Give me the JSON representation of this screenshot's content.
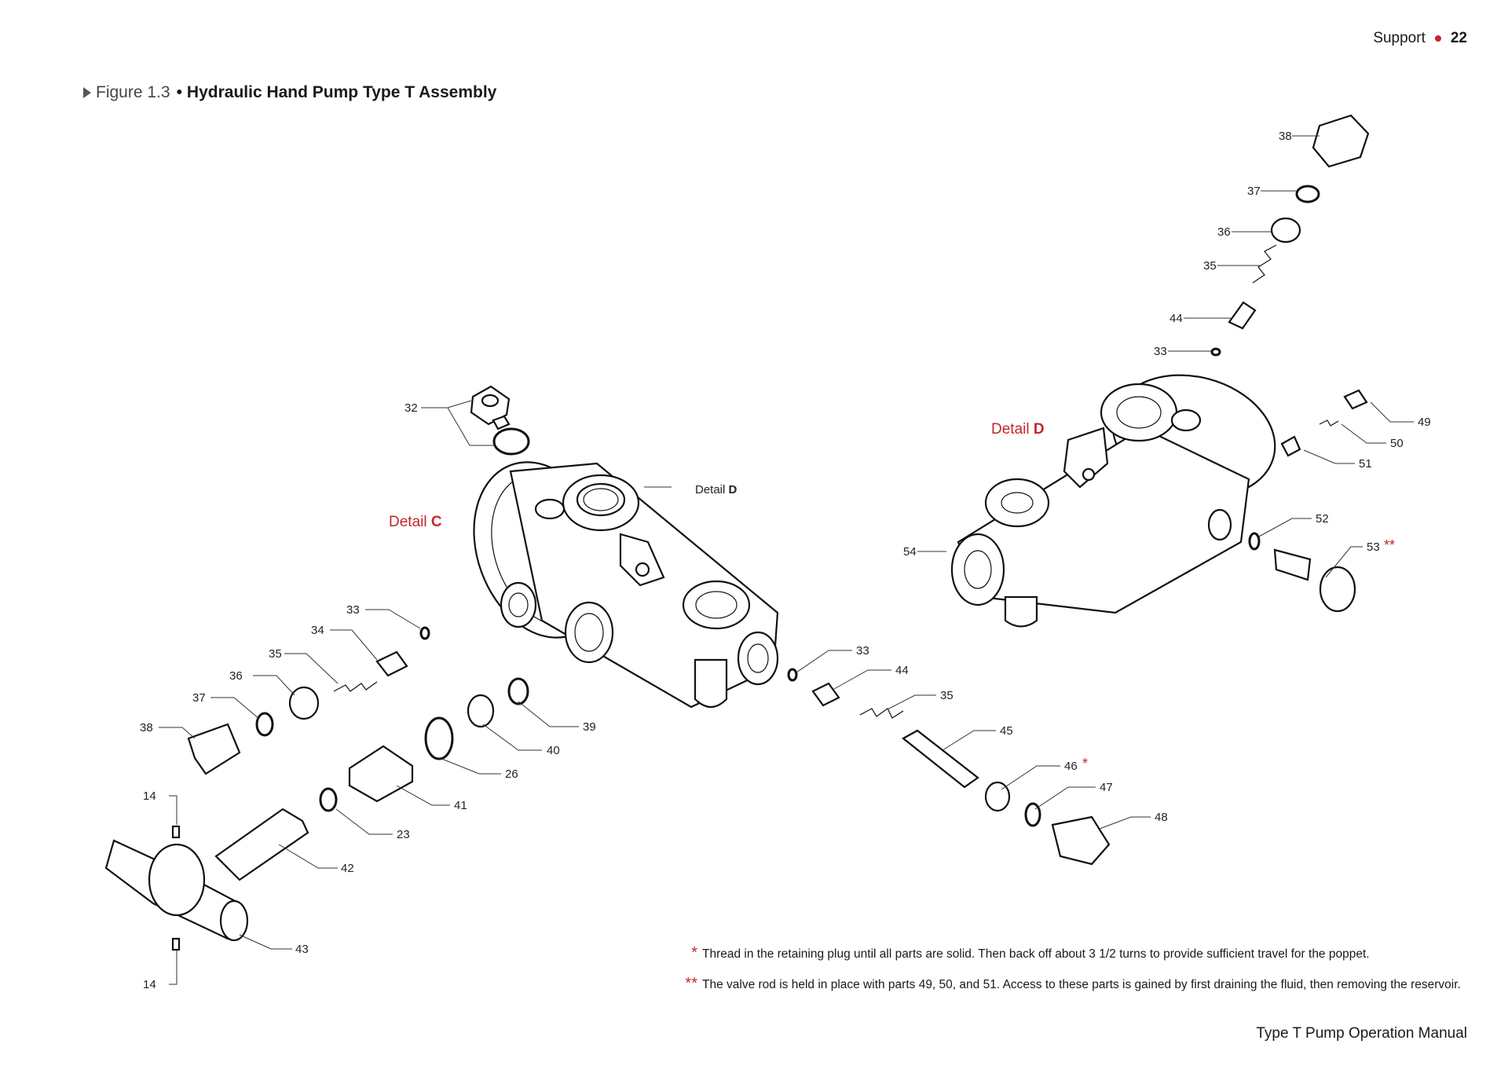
{
  "header": {
    "section": "Support",
    "page": "22"
  },
  "figure": {
    "number": "Figure 1.3",
    "title": "Hydraulic Hand Pump Type T Assembly"
  },
  "details": {
    "c": {
      "prefix": "Detail",
      "letter": "C"
    },
    "d_main": {
      "prefix": "Detail",
      "letter": "D"
    },
    "d_callout": {
      "prefix": "Detail",
      "letter": "D"
    }
  },
  "labels": {
    "l32": "32",
    "l33a": "33",
    "l34": "34",
    "l35a": "35",
    "l36a": "36",
    "l37a": "37",
    "l38a": "38",
    "l39": "39",
    "l40": "40",
    "l26": "26",
    "l41": "41",
    "l23": "23",
    "l42": "42",
    "l43": "43",
    "l14a": "14",
    "l14b": "14",
    "l33b": "33",
    "l44a": "44",
    "l35b": "35",
    "l45": "45",
    "l46": "46",
    "l47": "47",
    "l48": "48",
    "l38b": "38",
    "l37b": "37",
    "l36b": "36",
    "l35c": "35",
    "l44b": "44",
    "l33c": "33",
    "l49": "49",
    "l50": "50",
    "l51": "51",
    "l52": "52",
    "l53": "53",
    "l54": "54",
    "ast46": "*",
    "ast53": "**"
  },
  "notes": [
    {
      "mark": "*",
      "text": "Thread in the retaining plug until all parts are solid. Then back off about 3 1/2 turns to provide sufficient travel for the poppet."
    },
    {
      "mark": "**",
      "text": "The valve rod is held in place with parts 49, 50, and 51. Access to these parts is gained by first draining the fluid, then removing the reservoir."
    }
  ],
  "footer": {
    "manual": "Type T Pump Operation Manual"
  },
  "colors": {
    "accent": "#c1272d",
    "line": "#111111"
  }
}
